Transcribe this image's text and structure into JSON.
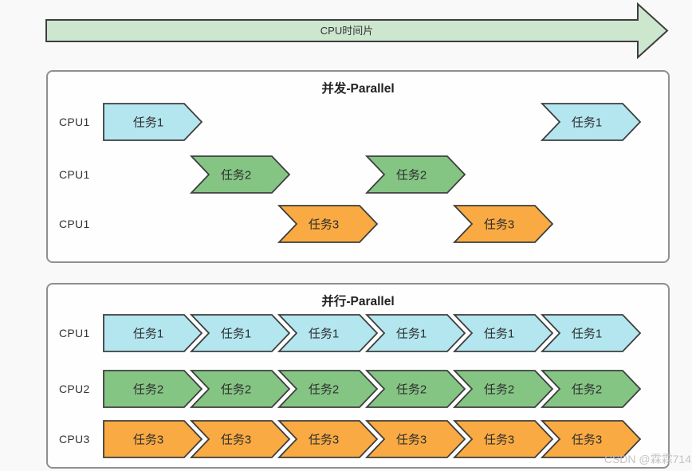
{
  "page": {
    "background": "#f9f9f9",
    "watermark": "CSDN @霖霖714"
  },
  "top_arrow": {
    "label": "CPU时间片",
    "fill": "#cde7cf",
    "stroke": "#3e3e3e"
  },
  "colors": {
    "task1": "#b3e6ef",
    "task2": "#85c584",
    "task3": "#f9aa42",
    "outline": "#3e3e3e"
  },
  "panels": [
    {
      "title": "并发-Parallel",
      "rows": [
        {
          "cpu": "CPU1",
          "tasks": [
            {
              "label": "任务1",
              "color": "task1",
              "slot": 0
            },
            {
              "label": "任务1",
              "color": "task1",
              "slot": 5
            }
          ]
        },
        {
          "cpu": "CPU1",
          "tasks": [
            {
              "label": "任务2",
              "color": "task2",
              "slot": 1
            },
            {
              "label": "任务2",
              "color": "task2",
              "slot": 3
            }
          ]
        },
        {
          "cpu": "CPU1",
          "tasks": [
            {
              "label": "任务3",
              "color": "task3",
              "slot": 2
            },
            {
              "label": "任务3",
              "color": "task3",
              "slot": 4
            }
          ]
        }
      ]
    },
    {
      "title": "并行-Parallel",
      "rows": [
        {
          "cpu": "CPU1",
          "tasks": [
            {
              "label": "任务1",
              "color": "task1",
              "slot": 0
            },
            {
              "label": "任务1",
              "color": "task1",
              "slot": 1
            },
            {
              "label": "任务1",
              "color": "task1",
              "slot": 2
            },
            {
              "label": "任务1",
              "color": "task1",
              "slot": 3
            },
            {
              "label": "任务1",
              "color": "task1",
              "slot": 4
            },
            {
              "label": "任务1",
              "color": "task1",
              "slot": 5
            }
          ]
        },
        {
          "cpu": "CPU2",
          "tasks": [
            {
              "label": "任务2",
              "color": "task2",
              "slot": 0
            },
            {
              "label": "任务2",
              "color": "task2",
              "slot": 1
            },
            {
              "label": "任务2",
              "color": "task2",
              "slot": 2
            },
            {
              "label": "任务2",
              "color": "task2",
              "slot": 3
            },
            {
              "label": "任务2",
              "color": "task2",
              "slot": 4
            },
            {
              "label": "任务2",
              "color": "task2",
              "slot": 5
            }
          ]
        },
        {
          "cpu": "CPU3",
          "tasks": [
            {
              "label": "任务3",
              "color": "task3",
              "slot": 0
            },
            {
              "label": "任务3",
              "color": "task3",
              "slot": 1
            },
            {
              "label": "任务3",
              "color": "task3",
              "slot": 2
            },
            {
              "label": "任务3",
              "color": "task3",
              "slot": 3
            },
            {
              "label": "任务3",
              "color": "task3",
              "slot": 4
            },
            {
              "label": "任务3",
              "color": "task3",
              "slot": 5
            }
          ]
        }
      ]
    }
  ]
}
